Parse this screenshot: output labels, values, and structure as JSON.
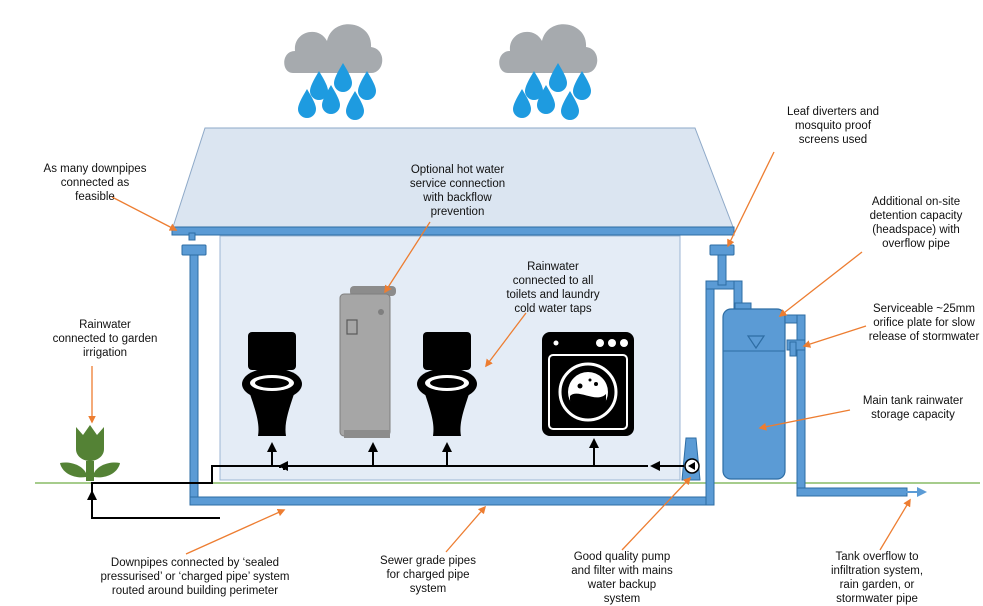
{
  "labels": {
    "downpipes_many": "As many downpipes\nconnected as\nfeasible",
    "hot_water": "Optional hot water\nservice connection\nwith backflow\nprevention",
    "leaf_diverters": "Leaf diverters and\nmosquito proof\nscreens used",
    "onsite_detention": "Additional on-site\ndetention capacity\n(headspace) with\noverflow pipe",
    "rainwater_connected": "Rainwater\nconnected to  all\ntoilets and laundry\ncold water taps",
    "garden_irrigation": "Rainwater\nconnected to garden\nirrigation",
    "orifice_plate": "Serviceable ~25mm\norifice plate for slow\nrelease of stormwater",
    "main_tank": "Main tank rainwater\nstorage capacity",
    "downpipes_sealed": "Downpipes connected by ‘sealed\npressurised’ or ‘charged pipe’ system\nrouted around building perimeter",
    "sewer_pipes": "Sewer grade pipes\nfor charged pipe\nsystem",
    "pump_filter": "Good quality pump\nand filter with mains\nwater backup\nsystem",
    "tank_overflow": "Tank overflow to\ninfiltration system,\nrain garden, or\nstormwater pipe"
  },
  "icons": [
    "rain-cloud-icon",
    "toilet-icon",
    "hot-water-cylinder-icon",
    "washing-machine-icon",
    "plant-icon",
    "pump-icon",
    "water-tank-icon"
  ],
  "colors": {
    "pipe": "#5b9bd5",
    "pipe_outline": "#2e6da4",
    "roof": "#dbe5f1",
    "house": "#e4ecf6",
    "callout_arrow": "#ed7d31",
    "ground": "#70ad47",
    "plant": "#548235",
    "rain": "#1e9be0",
    "cloud": "#a6aaae"
  }
}
